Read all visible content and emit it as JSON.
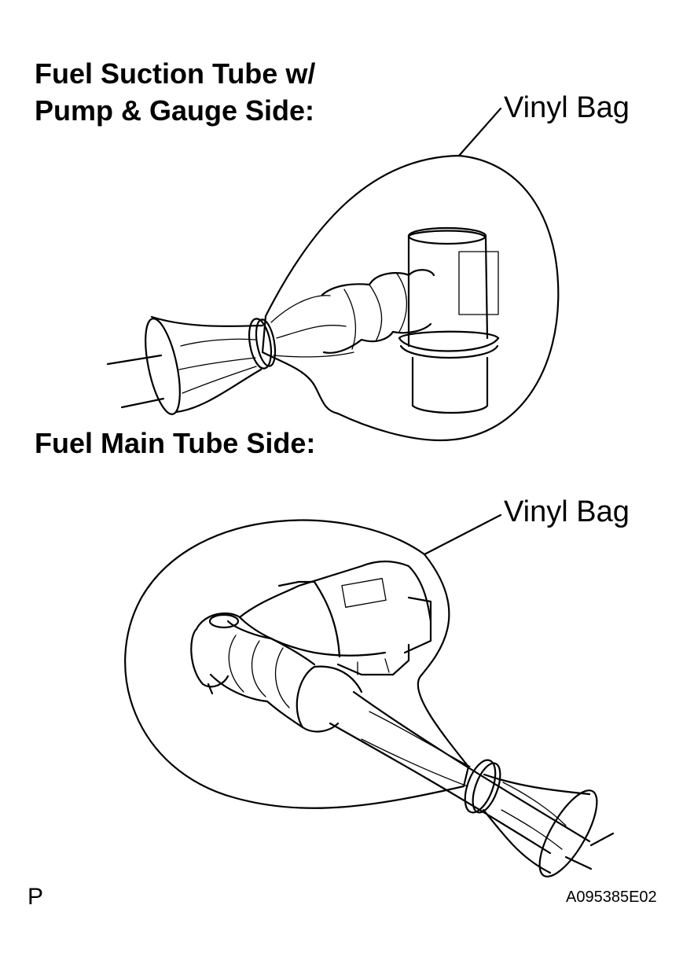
{
  "top_section": {
    "title_line1": "Fuel Suction Tube w/",
    "title_line2": "Pump & Gauge Side:",
    "callout": "Vinyl Bag"
  },
  "bottom_section": {
    "title": "Fuel Main Tube Side:",
    "callout": "Vinyl Bag"
  },
  "footer": {
    "mark": "P",
    "figure_code": "A095385E02"
  }
}
